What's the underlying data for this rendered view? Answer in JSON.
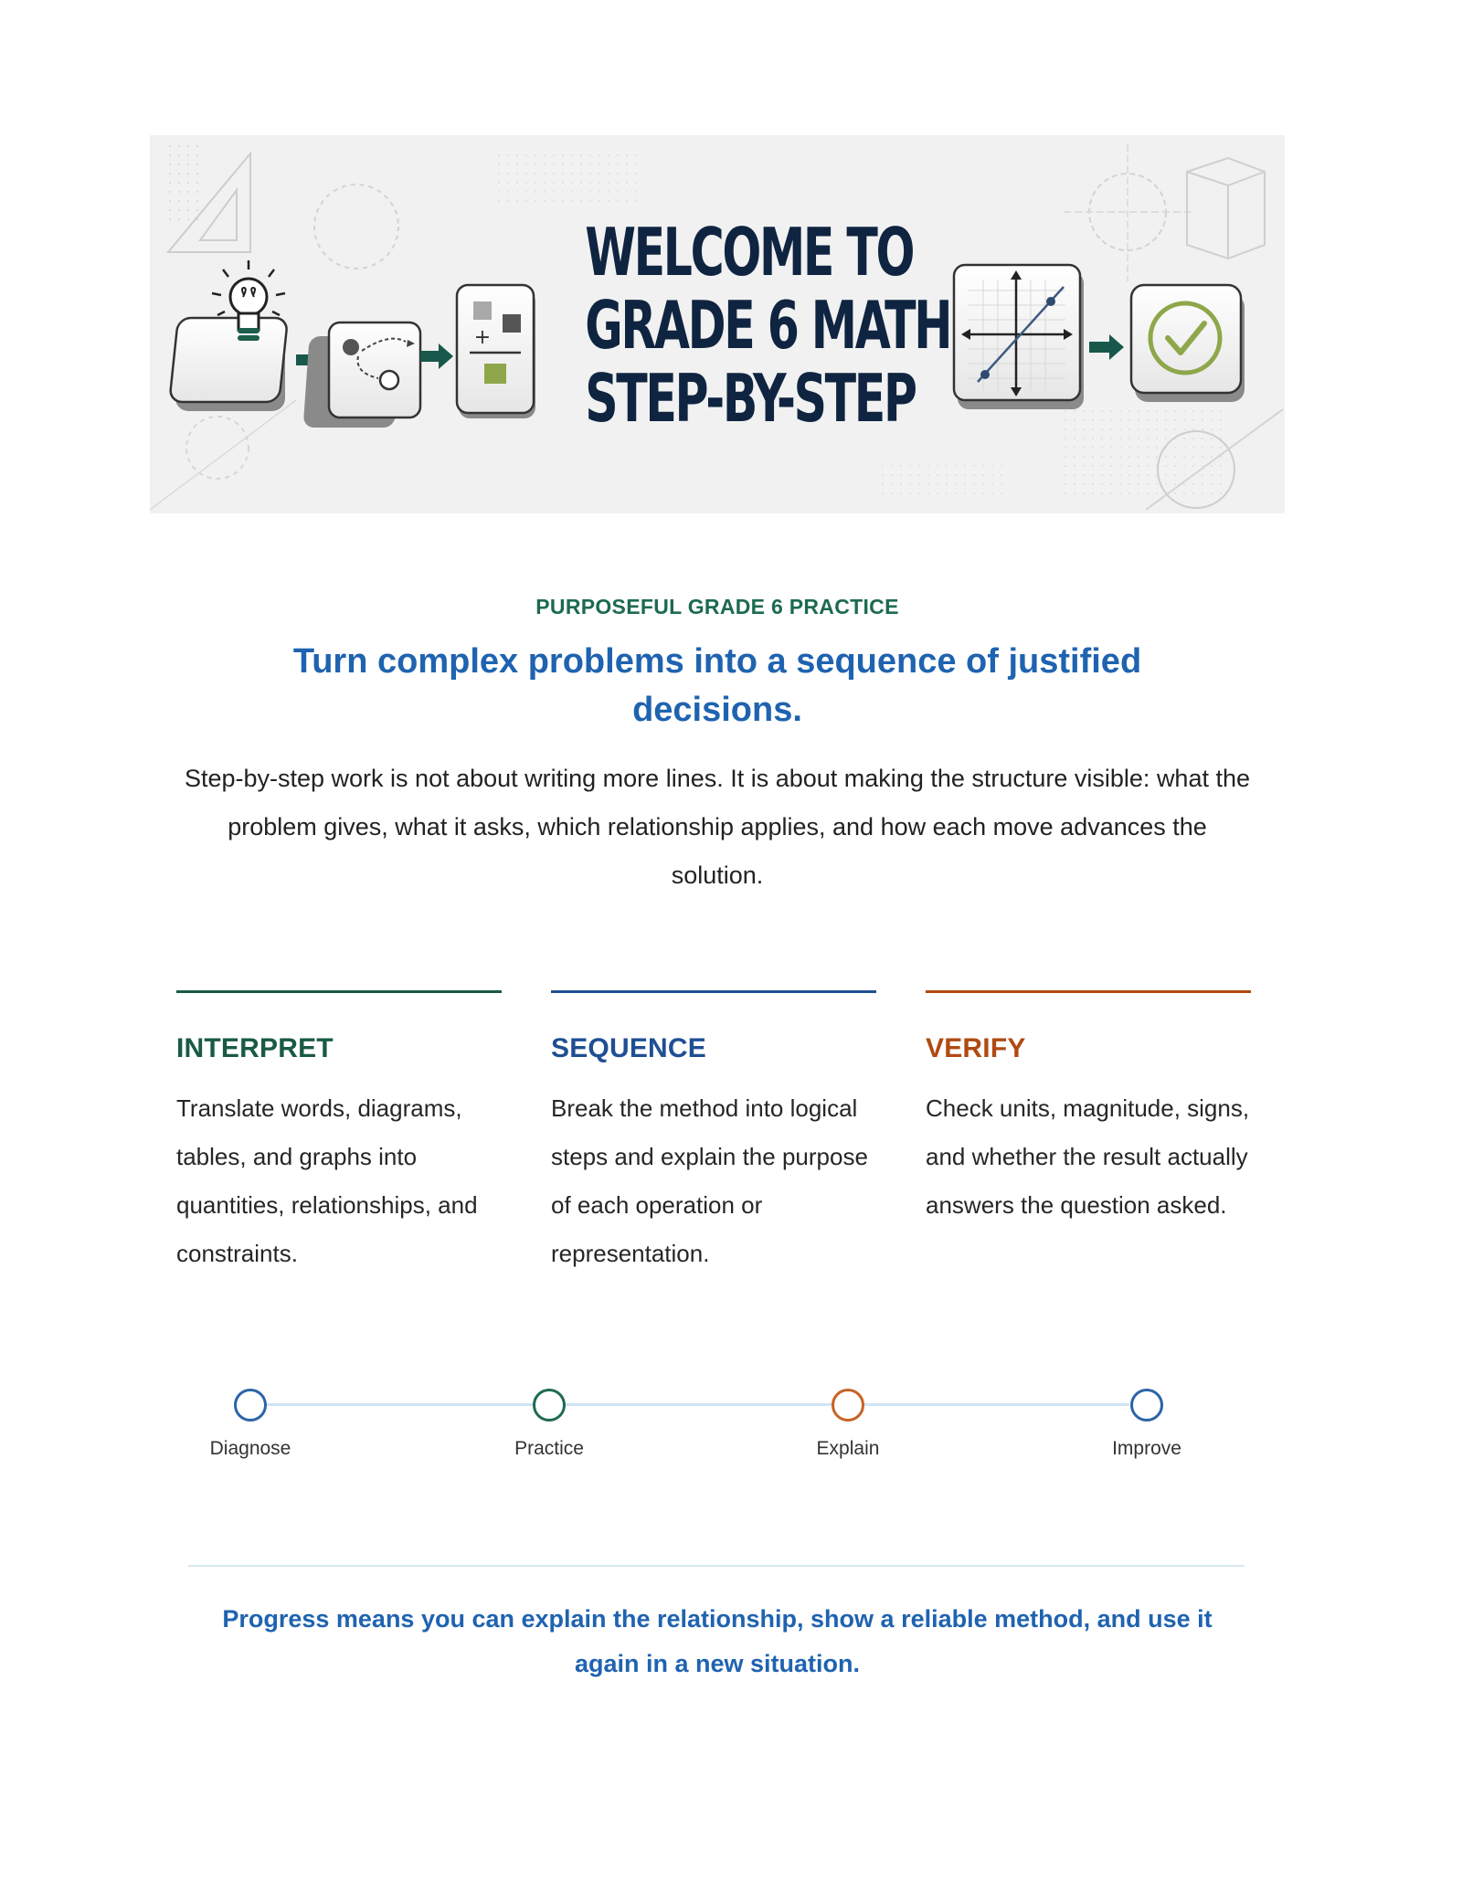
{
  "banner": {
    "title_lines": [
      "WELCOME TO",
      "GRADE 6 MATH",
      "STEP-BY-STEP"
    ],
    "icons": [
      "lightbulb-icon",
      "arrow-right-icon",
      "dot-path-icon",
      "arrow-right-icon",
      "operations-icon",
      "coordinate-graph-icon",
      "arrow-right-icon",
      "checkmark-icon"
    ]
  },
  "intro": {
    "eyebrow": "PURPOSEFUL GRADE 6 PRACTICE",
    "headline": "Turn complex problems into a sequence of justified decisions.",
    "lede": "Step-by-step work is not about writing more lines. It is about making the structure visible: what the problem gives, what it asks, which relationship applies, and how each move advances the solution."
  },
  "columns": [
    {
      "title": "INTERPRET",
      "text": "Translate words, diagrams, tables, and graphs into quantities, relationships, and constraints.",
      "color": "#1a5a43"
    },
    {
      "title": "SEQUENCE",
      "text": "Break the method into logical steps and explain the purpose of each operation or representation.",
      "color": "#1f4f93"
    },
    {
      "title": "VERIFY",
      "text": "Check units, magnitude, signs, and whether the result actually answers the question asked.",
      "color": "#b04a12"
    }
  ],
  "process": {
    "steps": [
      {
        "label": "Diagnose",
        "color": "#2a64a8"
      },
      {
        "label": "Practice",
        "color": "#1f6b50"
      },
      {
        "label": "Explain",
        "color": "#c86224"
      },
      {
        "label": "Improve",
        "color": "#2a64a8"
      }
    ]
  },
  "closing": "Progress means you can explain the relationship, show a reliable method, and use it again in a new situation."
}
